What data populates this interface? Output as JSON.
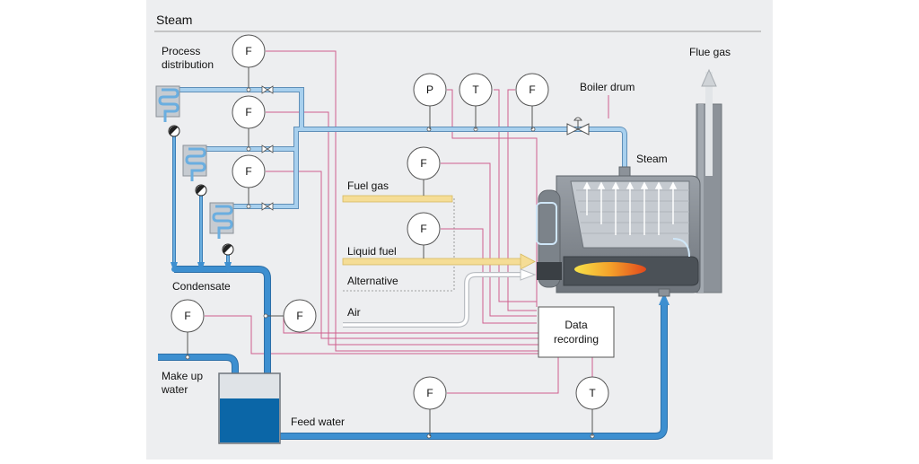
{
  "header": {
    "title": "Steam"
  },
  "labels": {
    "process_line1": "Process",
    "process_line2": "distribution",
    "condensate": "Condensate",
    "makeup_line1": "Make up",
    "makeup_line2": "water",
    "feed_water": "Feed water",
    "fuel_gas": "Fuel gas",
    "liquid_fuel": "Liquid fuel",
    "alternative": "Alternative",
    "air": "Air",
    "boiler_drum": "Boiler drum",
    "steam": "Steam",
    "flue_gas": "Flue gas",
    "data_line1": "Data",
    "data_line2": "recording"
  },
  "instruments": {
    "proc_f1": "F",
    "proc_f2": "F",
    "proc_f3": "F",
    "steam_p": "P",
    "steam_t": "T",
    "steam_f": "F",
    "fuel_gas_f": "F",
    "liquid_fuel_f": "F",
    "makeup_f": "F",
    "condensate_f": "F",
    "feed_f": "F",
    "feed_t": "T"
  },
  "colors": {
    "background": "#edeef0",
    "water_pipe": "#3d8fd0",
    "steam_pipe": "#a8d0ee",
    "signal_line": "#cf5f8e",
    "fuel_line": "#f5dd96",
    "boiler_body": "#8c9299",
    "water_tank": "#0b66a7"
  }
}
